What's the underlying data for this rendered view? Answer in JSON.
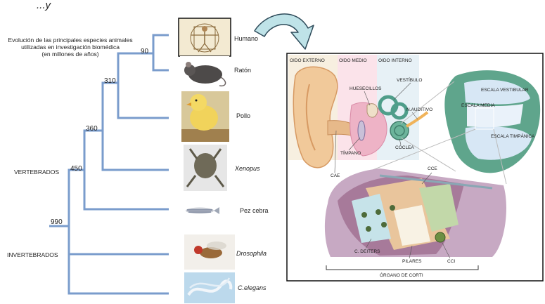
{
  "header_fragment": "...y",
  "tree": {
    "caption": [
      "Evolución de las principales especies animales",
      "utilizadas en investigación biomédica",
      "(en millones de años)"
    ],
    "groups": {
      "vertebrates": "VERTEBRADOS",
      "invertebrates": "INVERTEBRADOS"
    },
    "nodes": [
      "90",
      "310",
      "360",
      "450",
      "990"
    ],
    "species": [
      "Humano",
      "Ratón",
      "Pollo",
      "Xenopus",
      "Pez cebra",
      "Drosophila",
      "C.elegans"
    ],
    "colors": {
      "branch": "#7a9ccc",
      "arrow_fill": "#bfe3e8",
      "arrow_stroke": "#2e4b5a"
    }
  },
  "ear": {
    "regions": [
      "OIDO EXTERNO",
      "OIDO MEDIO",
      "OIDO INTERNO"
    ],
    "labels": {
      "huesecillos": "HUESECILLOS",
      "vestibulo": "VESTÍBULO",
      "n_auditivo": "N.AUDITIVO",
      "timpano": "TÍMPANO",
      "coclea": "CÓCLEA",
      "cae": "CAE",
      "escala_vestibular": "ESCALA VESTIBULAR",
      "escala_media": "ESCALA MEDIA",
      "escala_timpanica": "ESCALA TIMPÁNICA",
      "cce": "CCE",
      "c_deiters": "C. DEITERS",
      "pilares": "PILARES",
      "cci": "CCI",
      "organo_corti": "ÓRGANO DE CORTI"
    }
  }
}
